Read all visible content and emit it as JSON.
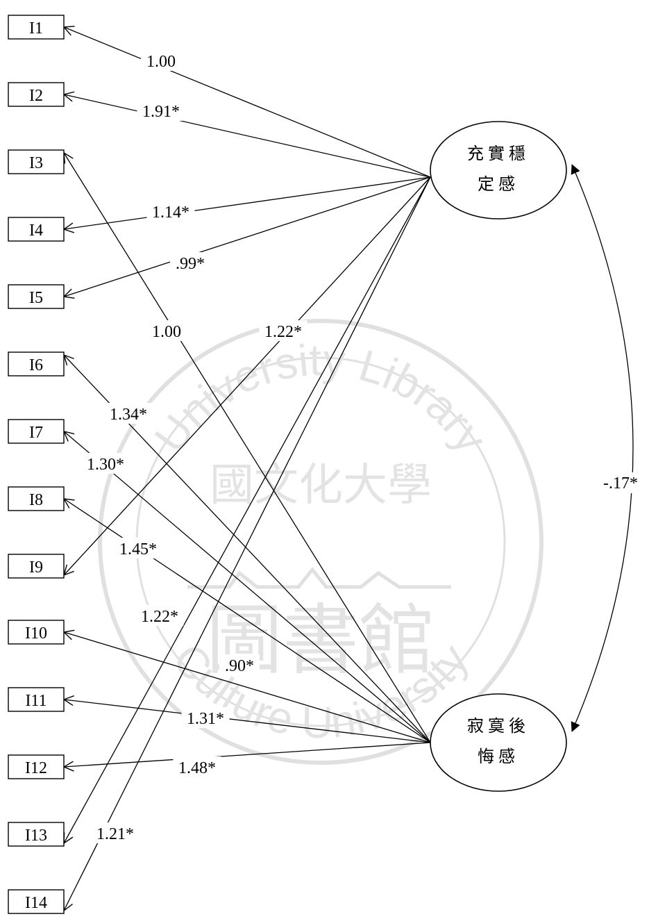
{
  "observed": [
    "I1",
    "I2",
    "I3",
    "I4",
    "I5",
    "I6",
    "I7",
    "I8",
    "I9",
    "I10",
    "I11",
    "I12",
    "I13",
    "I14"
  ],
  "factors": [
    {
      "id": "F1",
      "lines": [
        "充實穩",
        "定感"
      ]
    },
    {
      "id": "F2",
      "lines": [
        "寂寞後",
        "悔感"
      ]
    }
  ],
  "paths": [
    {
      "factor": "F1",
      "item": "I1",
      "label": "1.00"
    },
    {
      "factor": "F1",
      "item": "I2",
      "label": "1.91*"
    },
    {
      "factor": "F1",
      "item": "I4",
      "label": "1.14*"
    },
    {
      "factor": "F1",
      "item": "I5",
      "label": ".99*"
    },
    {
      "factor": "F1",
      "item": "I9",
      "label": "1.22*"
    },
    {
      "factor": "F1",
      "item": "I13",
      "label": "1.22*"
    },
    {
      "factor": "F1",
      "item": "I14",
      "label": "1.21*"
    },
    {
      "factor": "F2",
      "item": "I3",
      "label": "1.00"
    },
    {
      "factor": "F2",
      "item": "I6",
      "label": "1.34*"
    },
    {
      "factor": "F2",
      "item": "I7",
      "label": "1.30*"
    },
    {
      "factor": "F2",
      "item": "I8",
      "label": "1.45*"
    },
    {
      "factor": "F2",
      "item": "I10",
      "label": ".90*"
    },
    {
      "factor": "F2",
      "item": "I11",
      "label": "1.31*"
    },
    {
      "factor": "F2",
      "item": "I12",
      "label": "1.48*"
    }
  ],
  "covariance": {
    "label": "-.17*"
  },
  "watermark": {
    "top_text": "University Library",
    "bottom_text": "Culture University",
    "center_text": "圖書館",
    "seal_text": "國文化大學"
  }
}
